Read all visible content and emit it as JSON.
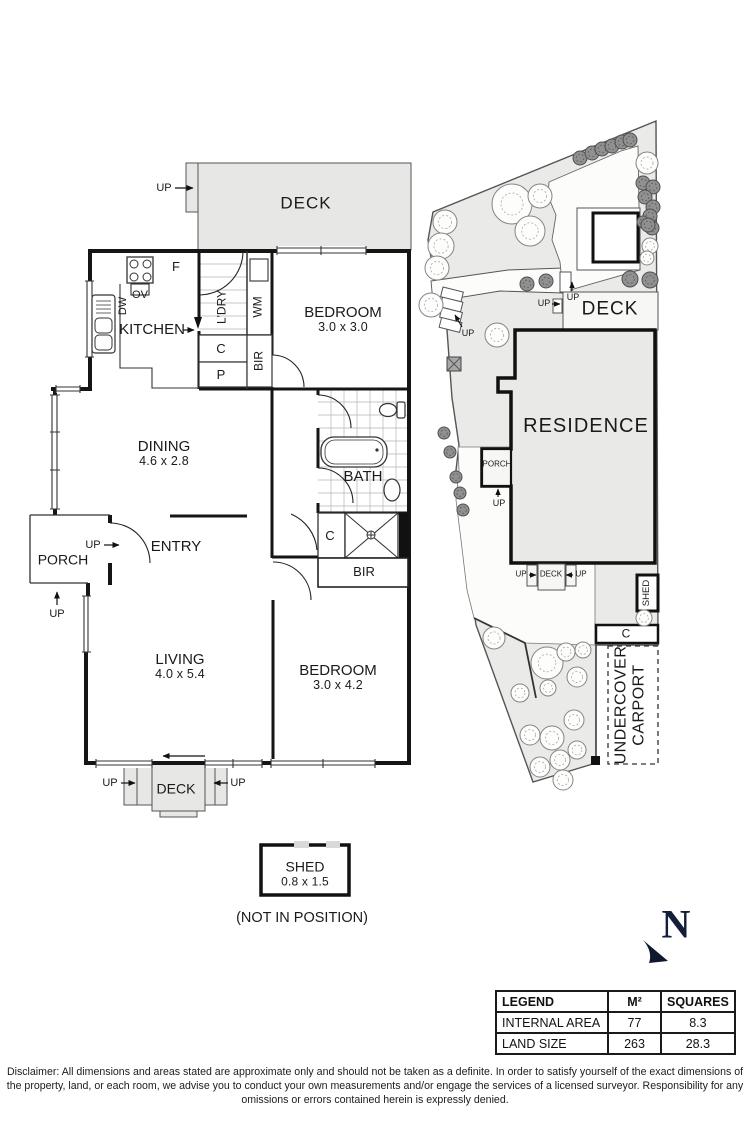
{
  "labels": {
    "up": "UP"
  },
  "floor_plan": {
    "deck_top_label": "DECK",
    "deck_bottom_label": "DECK",
    "kitchen_label": "KITCHEN",
    "fridge_label": "F",
    "oven_label": "OV",
    "dishwasher_label": "DW",
    "laundry_label": "L'DRY",
    "washer_label": "WM",
    "closet_label": "C",
    "pantry_label": "P",
    "robe_label": "BIR",
    "hall_closet_label": "C",
    "hall_robe_label": "BIR",
    "bedroom1_label": "BEDROOM",
    "bedroom1_dims": "3.0 x 3.0",
    "dining_label": "DINING",
    "dining_dims": "4.6 x 2.8",
    "bath_label": "BATH",
    "entry_label": "ENTRY",
    "porch_label": "PORCH",
    "living_label": "LIVING",
    "living_dims": "4.0 x 5.4",
    "bedroom2_label": "BEDROOM",
    "bedroom2_dims": "3.0 x 4.2"
  },
  "shed": {
    "name": "SHED",
    "dims": "0.8 x 1.5",
    "note": "(NOT IN POSITION)"
  },
  "site_plan": {
    "residence_label": "RESIDENCE",
    "deck_label": "DECK",
    "deck_small_label": "DECK",
    "porch_label": "PORCH",
    "shed_label": "SHED",
    "carport_closet_label": "C",
    "carport_line1": "UNDERCOVER",
    "carport_line2": "CARPORT"
  },
  "compass": {
    "north_label": "N"
  },
  "legend": {
    "col_legend": "LEGEND",
    "col_m2": "M²",
    "col_squares": "SQUARES",
    "rows": [
      {
        "label": "INTERNAL AREA",
        "m2": "77",
        "squares": "8.3"
      },
      {
        "label": "LAND SIZE",
        "m2": "263",
        "squares": "28.3"
      }
    ]
  },
  "disclaimer": "Disclaimer: All dimensions and areas stated are approximate only and should not be taken as a definite. In order to satisfy yourself of the exact dimensions of the property, land, or each room, we advise you to conduct your own measurements and/or engage the services of a licensed surveyor. Responsibility for any omissions or errors contained herein is expressly denied.",
  "colors": {
    "wall": "#151515",
    "deck_fill": "#e7e7e5",
    "site_fill": "#eaeae8",
    "compass": "#141e38"
  }
}
